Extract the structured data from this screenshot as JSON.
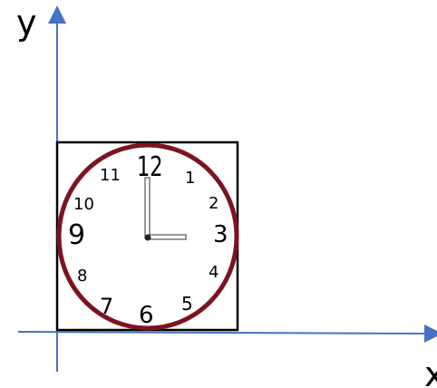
{
  "axes": {
    "x_label": "x",
    "y_label": "y",
    "color": "#4472C4"
  },
  "clock": {
    "numbers": [
      "12",
      "1",
      "2",
      "3",
      "4",
      "5",
      "6",
      "7",
      "8",
      "9",
      "10",
      "11"
    ],
    "time": "3:00",
    "rim_color": "#7B1420",
    "box_color": "#000000",
    "hand_color": "#555555"
  }
}
